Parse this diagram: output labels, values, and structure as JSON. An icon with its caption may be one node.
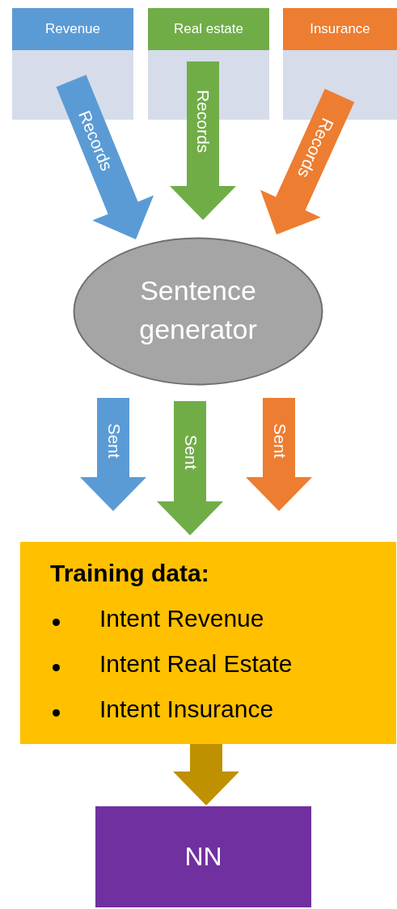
{
  "diagram": {
    "nodes": [
      {
        "text": [
          "Revenue"
        ]
      },
      {
        "text": [
          "Real estate"
        ]
      },
      {
        "text": [
          "Insurance"
        ]
      },
      {
        "text": [
          "Sentence generator"
        ]
      },
      {
        "text": [
          "Training data:",
          "Intent Revenue",
          "Intent Real Estate",
          "Intent Insurance"
        ]
      },
      {
        "text": [
          "NN"
        ]
      }
    ],
    "edges": [
      {
        "from": 0,
        "to": 3,
        "arrow": "to",
        "label": "Records",
        "style": "thick",
        "color": "#5b9bd5"
      },
      {
        "from": 1,
        "to": 3,
        "arrow": "to",
        "label": "Records",
        "style": "thick",
        "color": "#70ad47"
      },
      {
        "from": 2,
        "to": 3,
        "arrow": "to",
        "label": "Records",
        "style": "thick",
        "color": "#ed7d31"
      },
      {
        "from": 3,
        "to": 4,
        "arrow": "to",
        "label": "Sent",
        "style": "thick",
        "color": "#5b9bd5"
      },
      {
        "from": 3,
        "to": 4,
        "arrow": "to",
        "label": "Sent",
        "style": "thick",
        "color": "#70ad47"
      },
      {
        "from": 3,
        "to": 4,
        "arrow": "to",
        "label": "Sent",
        "style": "thick",
        "color": "#ed7d31"
      },
      {
        "from": 4,
        "to": 5,
        "arrow": "to",
        "style": "thick",
        "color": "#bf9000"
      }
    ]
  }
}
